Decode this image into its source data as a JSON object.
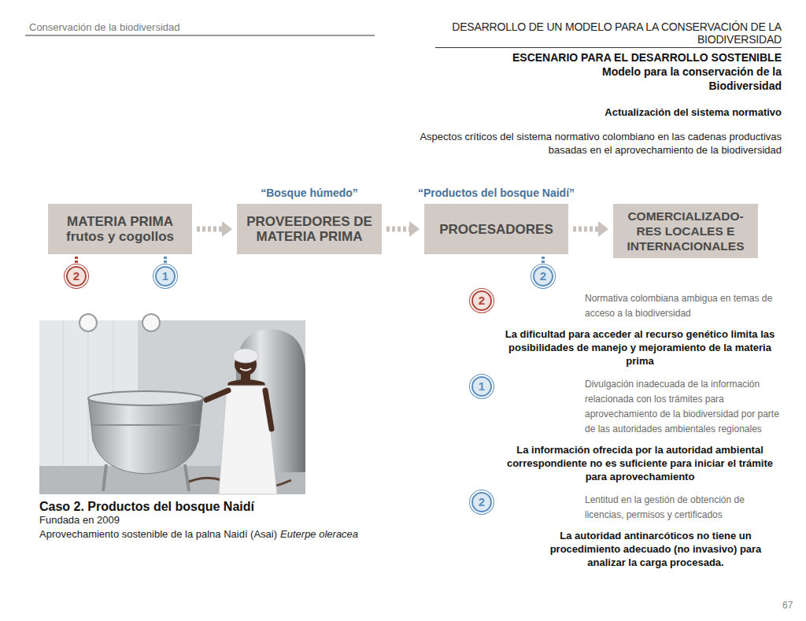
{
  "diagram": {
    "title": "DESARROLLO DE UN MODELO PARA LA CONSERVACIÓN DE LA BIODIVERSIDAD",
    "nodes": [
      {
        "text": [
          "MATERIA PRIMA frutos y cogollos"
        ]
      },
      {
        "text": [
          "“Bosque húmedo”",
          "PROVEEDORES DE MATERIA PRIMA"
        ]
      },
      {
        "text": [
          "“Productos del bosque Naidí”",
          "PROCESADORES"
        ]
      },
      {
        "text": [
          "COMERCIALIZADO- RES LOCALES E INTERNACIONALES"
        ]
      }
    ],
    "edges": [
      {
        "from": 0,
        "to": 1,
        "arrow": "to"
      },
      {
        "from": 1,
        "to": 2,
        "arrow": "to"
      },
      {
        "from": 2,
        "to": 3,
        "arrow": "to"
      }
    ],
    "labels": [
      "Conservación de la biodiversidad",
      "ESCENARIO PARA EL DESARROLLO SOSTENIBLE",
      "Modelo para la conservación de la Biodiversidad",
      "Actualización del sistema normativo",
      "Aspectos críticos del sistema normativo colombiano en las cadenas productivas basadas en el aprovechamiento de la biodiversidad",
      "2",
      "1",
      "2",
      "2",
      "Normativa colombiana ambigua en temas de acceso a la biodiversidad",
      "La dificultad para acceder al recurso genético limita las posibilidades de manejo y mejoramiento de la materia prima",
      "1",
      "Divulgación inadecuada de la información relacionada con los trámites para aprovechamiento de la biodiversidad por parte de las autoridades ambientales regionales",
      "La información ofrecida por la autoridad ambiental correspondiente no es suficiente para iniciar el trámite para aprovechamiento",
      "2",
      "Lentitud en la gestión de obtención de licencias, permisos y certificados",
      "La autoridad antinarcóticos no tiene un procedimiento adecuado (no invasivo) para analizar la carga procesada.",
      "Caso 2. Productos del bosque Naidí",
      "Fundada en 2009",
      "Aprovechamiento sostenible de la palna Naidí (Asai)",
      "Euterpe oleracea",
      "67"
    ]
  }
}
